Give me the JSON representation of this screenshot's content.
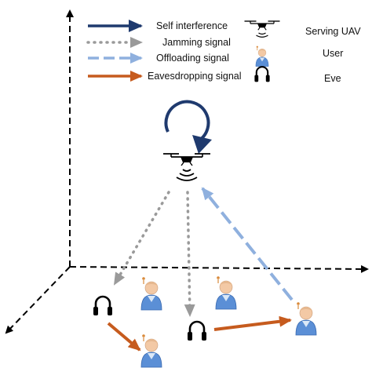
{
  "legend": {
    "items": [
      {
        "label": "Self interference",
        "style": "solid",
        "color": "#1f3a6e"
      },
      {
        "label": "Jamming signal",
        "style": "dotted",
        "color": "#9a9a9a"
      },
      {
        "label": "Offloading signal",
        "style": "dashed",
        "color": "#8fb0de"
      },
      {
        "label": "Eavesdropping signal",
        "style": "solid",
        "color": "#c65b1e"
      }
    ],
    "symbols": [
      {
        "label": "Serving UAV",
        "icon": "uav-icon"
      },
      {
        "label": "User",
        "icon": "user-icon"
      },
      {
        "label": "Eve",
        "icon": "headphones-icon"
      }
    ]
  },
  "colors": {
    "self_interference": "#1f3a6e",
    "jamming": "#9a9a9a",
    "offloading": "#8fb0de",
    "eavesdropping": "#c65b1e",
    "axis": "#000000"
  }
}
